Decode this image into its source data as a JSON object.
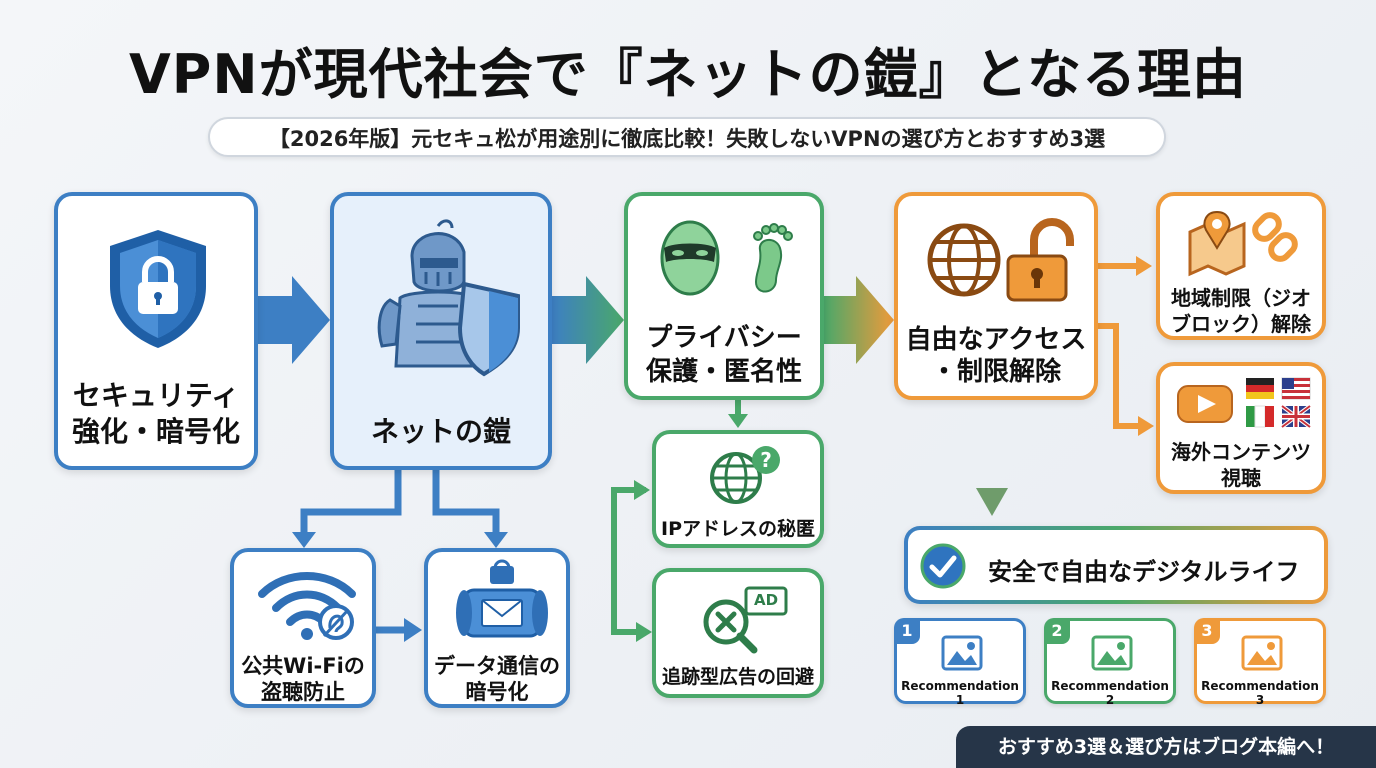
{
  "title": "VPNが現代社会で『ネットの鎧』となる理由",
  "subtitle": "【2026年版】元セキュ松が用途別に徹底比較！失敗しないVPNの選び方とおすすめ3選",
  "nodes": {
    "security": {
      "line1": "セキュリティ",
      "line2": "強化・暗号化"
    },
    "armor": {
      "label": "ネットの鎧"
    },
    "wifi": {
      "line1": "公共Wi-Fiの",
      "line2": "盗聴防止"
    },
    "encryption": {
      "line1": "データ通信の",
      "line2": "暗号化"
    },
    "privacy": {
      "line1": "プライバシー",
      "line2": "保護・匿名性"
    },
    "ip": {
      "label": "IPアドレスの秘匿"
    },
    "ads": {
      "label": "追跡型広告の回避",
      "badge": "AD"
    },
    "access": {
      "line1": "自由なアクセス",
      "line2": "・制限解除"
    },
    "geoblock": {
      "line1": "地域制限（ジオ",
      "line2": "ブロック）解除"
    },
    "overseas": {
      "line1": "海外コンテンツ",
      "line2": "視聴"
    }
  },
  "banner": {
    "text": "安全で自由なデジタルライフ"
  },
  "recommendations": [
    {
      "num": "1",
      "label": "Recommendation 1",
      "color": "#3d7fc4"
    },
    {
      "num": "2",
      "label": "Recommendation 2",
      "color": "#4aa86a"
    },
    {
      "num": "3",
      "label": "Recommendation 3",
      "color": "#ef9a3a"
    }
  ],
  "footer": {
    "text": "おすすめ3選＆選び方はブログ本編へ！"
  },
  "colors": {
    "blue": "#3d7fc4",
    "green": "#4aa86a",
    "orange": "#ef9a3a",
    "dark": "#263548"
  }
}
